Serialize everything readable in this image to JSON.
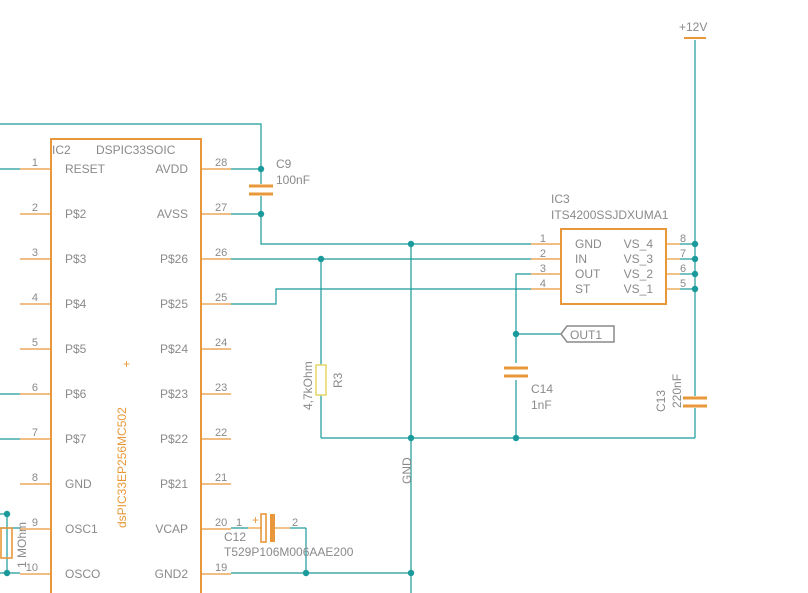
{
  "ic2": {
    "ref": "IC2",
    "package": "DSPIC33SOIC",
    "value": "dsPIC33EP256MC502",
    "left_pins": [
      {
        "num": "1",
        "name": "RESET"
      },
      {
        "num": "2",
        "name": "P$2"
      },
      {
        "num": "3",
        "name": "P$3"
      },
      {
        "num": "4",
        "name": "P$4"
      },
      {
        "num": "5",
        "name": "P$5"
      },
      {
        "num": "6",
        "name": "P$6"
      },
      {
        "num": "7",
        "name": "P$7"
      },
      {
        "num": "8",
        "name": "GND"
      },
      {
        "num": "9",
        "name": "OSC1"
      },
      {
        "num": "10",
        "name": "OSCO"
      }
    ],
    "right_pins": [
      {
        "num": "28",
        "name": "AVDD"
      },
      {
        "num": "27",
        "name": "AVSS"
      },
      {
        "num": "26",
        "name": "P$26"
      },
      {
        "num": "25",
        "name": "P$25"
      },
      {
        "num": "24",
        "name": "P$24"
      },
      {
        "num": "23",
        "name": "P$23"
      },
      {
        "num": "22",
        "name": "P$22"
      },
      {
        "num": "21",
        "name": "P$21"
      },
      {
        "num": "20",
        "name": "VCAP"
      },
      {
        "num": "19",
        "name": "GND2"
      }
    ]
  },
  "ic3": {
    "ref": "IC3",
    "value": "ITS4200SSJDXUMA1",
    "left_pins": [
      {
        "num": "1",
        "name": "GND"
      },
      {
        "num": "2",
        "name": "IN"
      },
      {
        "num": "3",
        "name": "OUT"
      },
      {
        "num": "4",
        "name": "ST"
      }
    ],
    "right_pins": [
      {
        "num": "8",
        "name": "VS_4"
      },
      {
        "num": "7",
        "name": "VS_3"
      },
      {
        "num": "6",
        "name": "VS_2"
      },
      {
        "num": "5",
        "name": "VS_1"
      }
    ]
  },
  "c9": {
    "ref": "C9",
    "value": "100nF"
  },
  "c12": {
    "ref": "C12",
    "value": "T529P106M006AAE200",
    "pin1": "1",
    "pin2": "2"
  },
  "c13": {
    "ref": "C13",
    "value": "220nF"
  },
  "c14": {
    "ref": "C14",
    "value": "1nF"
  },
  "r3": {
    "ref": "R3",
    "value": "4,7kOhm"
  },
  "r_left": {
    "value": "1 MOhm"
  },
  "power": {
    "label": "+12V"
  },
  "gnd_label": "GND",
  "out_label": "OUT1",
  "colors": {
    "wire": "#1a9a9a",
    "part": "#e8983a",
    "text": "#8a8a8a",
    "resistor": "#e8d870"
  }
}
